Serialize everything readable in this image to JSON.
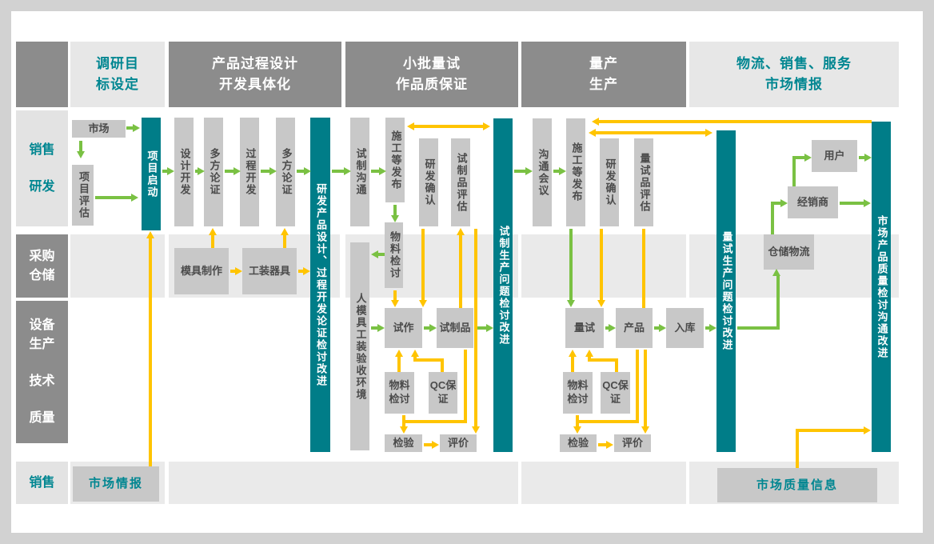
{
  "colors": {
    "teal": "#007d88",
    "teal_text": "#008691",
    "green_arrow": "#7ac143",
    "yellow_arrow": "#ffc400",
    "header_dark": "#8c8c8c",
    "box_gray": "#c8c8c8",
    "band_gray": "#eaeaea",
    "card_bg": "#ffffff",
    "page_bg": "#d2d2d2"
  },
  "phases": [
    {
      "label": "调研目\n标设定"
    },
    {
      "label": "产品过程设计\n开发具体化"
    },
    {
      "label": "小批量试\n作品质保证"
    },
    {
      "label": "量产\n生产"
    },
    {
      "label": "物流、销售、服务\n市场情报"
    }
  ],
  "rows": [
    {
      "label": "销售\n\n研发"
    },
    {
      "label": "采购\n仓储"
    },
    {
      "label": "设备\n生产\n\n技术\n\n质量"
    },
    {
      "label": "销售"
    }
  ],
  "nodes": {
    "market": "市场",
    "project_eval": "项目评估",
    "project_launch": "项目启动",
    "design_dev": "设计开发",
    "review1": "多方论证",
    "process_dev": "过程开发",
    "review2": "多方论证",
    "rd_design_col": "研发产品设计、过程开发论证检讨改进",
    "mold_making": "模具制作",
    "tooling": "工装器具",
    "trial_comm": "试制沟通",
    "constr_release1": "施工等发布",
    "rd_confirm1": "研发确认",
    "trial_prod_eval": "试制品评估",
    "material_review_mid": "物料检讨",
    "acceptance_env": "人模具工装验收环境",
    "trial_make": "试作",
    "trial_product": "试制品",
    "material_review1": "物料检讨",
    "qc1": "QC保证",
    "inspection1": "检验",
    "evaluation1": "评价",
    "trial_issue_col": "试制生产问题检讨改进",
    "comm_meeting": "沟通会议",
    "constr_release2": "施工等发布",
    "rd_confirm2": "研发确认",
    "mass_trial_eval": "量试品评估",
    "mass_trial": "量试",
    "product": "产品",
    "warehousing": "入库",
    "material_review2": "物料检讨",
    "qc2": "QC保证",
    "inspection2": "检验",
    "evaluation2": "评价",
    "mass_issue_col": "量试生产问题检讨改进",
    "user": "用户",
    "dealer": "经销商",
    "warehouse_logistics": "仓储物流",
    "market_quality_col": "市场产品质量检讨沟通改进",
    "market_quality_info": "市场质量信息",
    "market_intel": "市场情报"
  }
}
